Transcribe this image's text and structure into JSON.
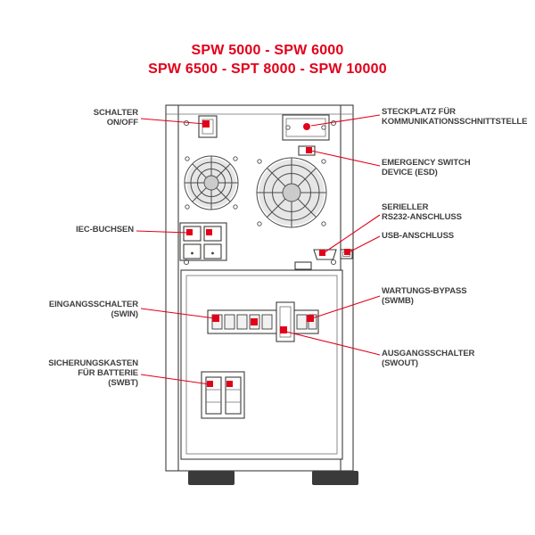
{
  "title": {
    "line1": "SPW 5000 - SPW 6000",
    "line2": "SPW 6500 - SPT 8000 - SPW 10000"
  },
  "labels": {
    "schalter_onoff": {
      "lines": [
        "SCHALTER",
        "ON/OFF"
      ]
    },
    "iec_buchsen": {
      "lines": [
        "IEC-BUCHSEN"
      ]
    },
    "eingangsschalter": {
      "lines": [
        "EINGANGSSCHALTER",
        "(SWIN)"
      ]
    },
    "sicherungskasten": {
      "lines": [
        "SICHERUNGSKASTEN",
        "FÜR BATTERIE",
        "(SWBT)"
      ]
    },
    "steckplatz": {
      "lines": [
        "STECKPLATZ FÜR",
        "KOMMUNIKATIONSSCHNITTSTELLE"
      ]
    },
    "esd": {
      "lines": [
        "EMERGENCY SWITCH",
        "DEVICE (ESD)"
      ]
    },
    "rs232": {
      "lines": [
        "SERIELLER",
        "RS232-ANSCHLUSS"
      ]
    },
    "usb": {
      "lines": [
        "USB-ANSCHLUSS"
      ]
    },
    "wartungs_bypass": {
      "lines": [
        "WARTUNGS-BYPASS",
        "(SWMB)"
      ]
    },
    "ausgangsschalter": {
      "lines": [
        "AUSGANGSSCHALTER",
        "(SWOUT)"
      ]
    }
  },
  "colors": {
    "accent": "#e2001a",
    "label_text": "#3f3f3f",
    "outline": "#3c3c3b"
  }
}
